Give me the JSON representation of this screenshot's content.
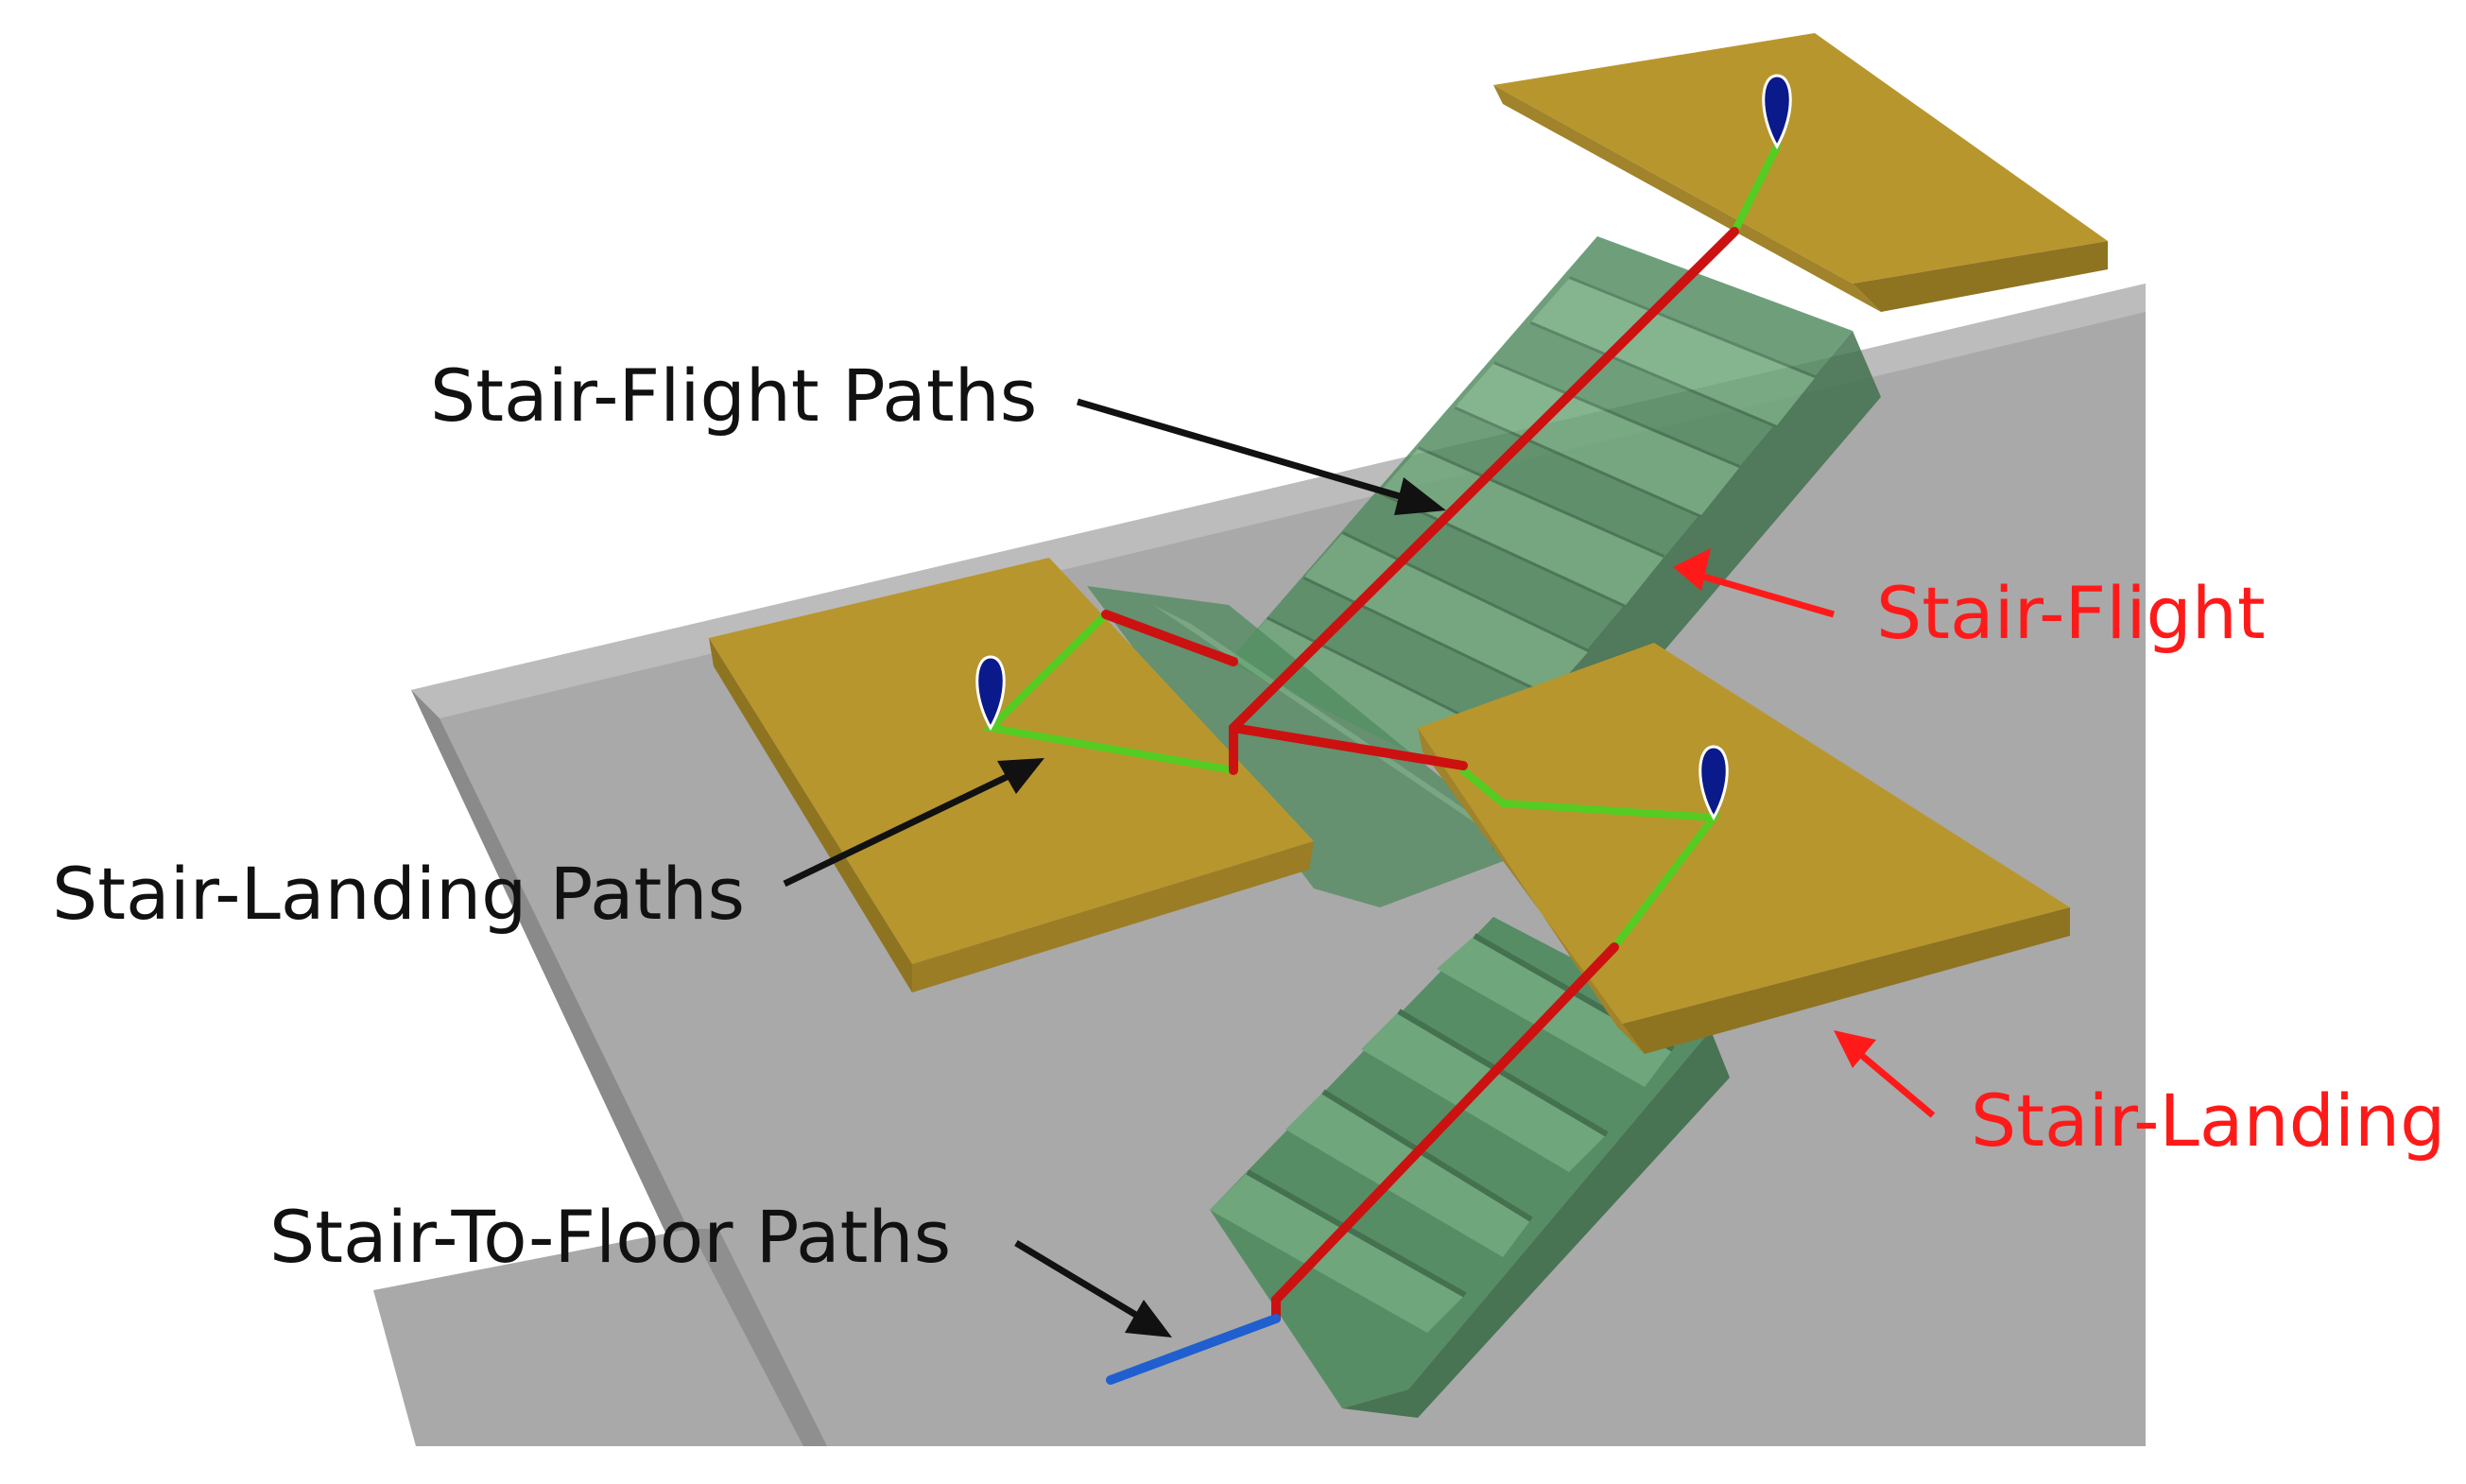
{
  "annotations": {
    "stair_flight_paths": "Stair-Flight Paths",
    "stair_landing_paths": "Stair-Landing Paths",
    "stair_to_floor_paths": "Stair-To-Floor Paths",
    "stair_flight": "Stair-Flight",
    "stair_landing": "Stair-Landing"
  },
  "colors": {
    "floor_top": "#a9a9a9",
    "floor_edge": "#8a8a8a",
    "landing_top": "#b8962e",
    "landing_side": "#8e7420",
    "stairs": "#4f8a5e",
    "flight_path": "#cc1111",
    "landing_path": "#55cc22",
    "floor_path": "#1f5fd0",
    "marker": "#0a1a8a",
    "label_black": "#111111",
    "label_red": "#ff1a1a"
  }
}
